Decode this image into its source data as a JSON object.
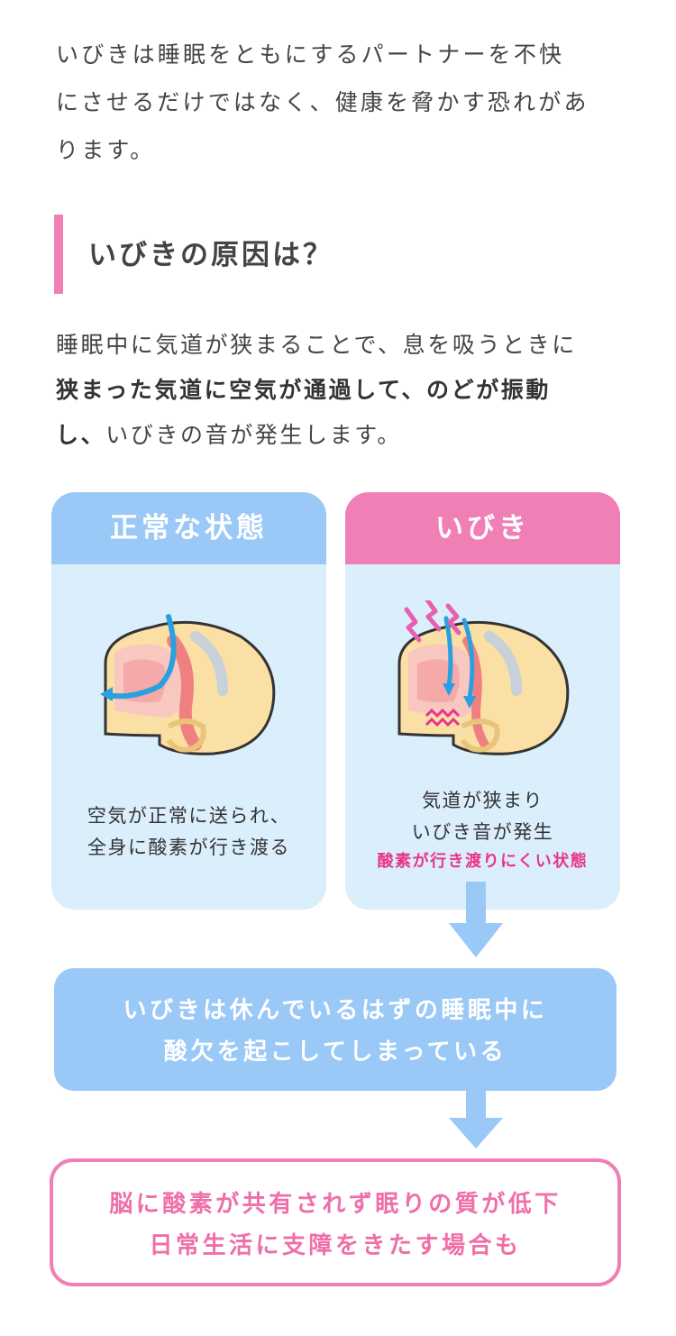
{
  "intro": {
    "lines": [
      "いびきは睡眠をともにするパートナーを不快",
      "にさせるだけではなく、健康を脅かす恐れがあ",
      "ります。"
    ]
  },
  "heading": "いびきの原因は？",
  "cause": {
    "line1": "睡眠中に気道が狭まることで、息を吸うときに",
    "line2_bold": "狭まった気道に空気が通過して、のどが振動",
    "line3_bold": "し、",
    "line3_rest": "いびきの音が発生します。"
  },
  "cards": {
    "normal": {
      "title": "正常な状態",
      "text1": "空気が正常に送られ、",
      "text2": "全身に酸素が行き渡る"
    },
    "snore": {
      "title": "いびき",
      "text1": "気道が狭まり",
      "text2": "いびき音が発生",
      "text3": "酸素が行き渡りにくい状態"
    }
  },
  "box_blue": {
    "line1": "いびきは休んでいるはずの睡眠中に",
    "line2": "酸欠を起こしてしまっている"
  },
  "box_pink": {
    "line1": "脳に酸素が共有されず眠りの質が低下",
    "line2": "日常生活に支障をきたす場合も"
  },
  "colors": {
    "accent_pink": "#f07fb5",
    "accent_blue": "#9ac8f7",
    "card_bg": "#dbeefc",
    "alert_text": "#e8358c"
  }
}
